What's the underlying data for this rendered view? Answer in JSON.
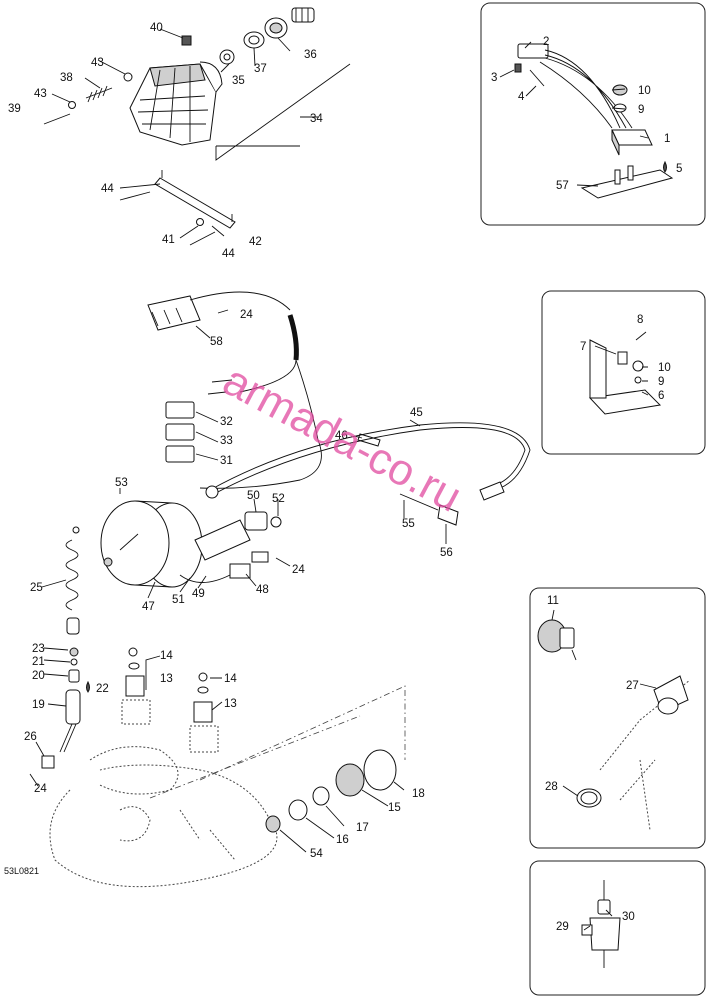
{
  "diagram_ref": "53L0821",
  "watermark": "armada-co.ru",
  "callouts": [
    "1",
    "2",
    "3",
    "4",
    "5",
    "6",
    "7",
    "8",
    "9",
    "10",
    "11",
    "13",
    "14",
    "15",
    "16",
    "17",
    "18",
    "19",
    "20",
    "21",
    "22",
    "23",
    "24",
    "25",
    "26",
    "27",
    "28",
    "29",
    "30",
    "31",
    "32",
    "33",
    "34",
    "35",
    "36",
    "37",
    "38",
    "39",
    "40",
    "41",
    "42",
    "43",
    "44",
    "45",
    "46",
    "47",
    "48",
    "49",
    "50",
    "51",
    "52",
    "53",
    "54",
    "55",
    "56",
    "57",
    "58"
  ],
  "labels": {
    "n1": "1",
    "n2": "2",
    "n3": "3",
    "n4": "4",
    "n5": "5",
    "n6": "6",
    "n7": "7",
    "n8": "8",
    "n9a": "9",
    "n9b": "9",
    "n10a": "10",
    "n10b": "10",
    "n11": "11",
    "n13a": "13",
    "n13b": "13",
    "n14a": "14",
    "n14b": "14",
    "n15": "15",
    "n16": "16",
    "n17": "17",
    "n18": "18",
    "n19": "19",
    "n20": "20",
    "n21": "21",
    "n22": "22",
    "n23": "23",
    "n24a": "24",
    "n24b": "24",
    "n24c": "24",
    "n25": "25",
    "n26": "26",
    "n27": "27",
    "n28": "28",
    "n29": "29",
    "n30": "30",
    "n31": "31",
    "n32": "32",
    "n33": "33",
    "n34": "34",
    "n35": "35",
    "n36": "36",
    "n37": "37",
    "n38": "38",
    "n39": "39",
    "n40": "40",
    "n41": "41",
    "n42": "42",
    "n43a": "43",
    "n43b": "43",
    "n44a": "44",
    "n44b": "44",
    "n45": "45",
    "n46": "46",
    "n47": "47",
    "n48": "48",
    "n49": "49",
    "n50": "50",
    "n51": "51",
    "n52": "52",
    "n53": "53",
    "n54": "54",
    "n55": "55",
    "n56": "56",
    "n57": "57",
    "n58": "58"
  },
  "colors": {
    "watermark": "#e14aa0",
    "ink": "#111111",
    "background": "#ffffff"
  }
}
